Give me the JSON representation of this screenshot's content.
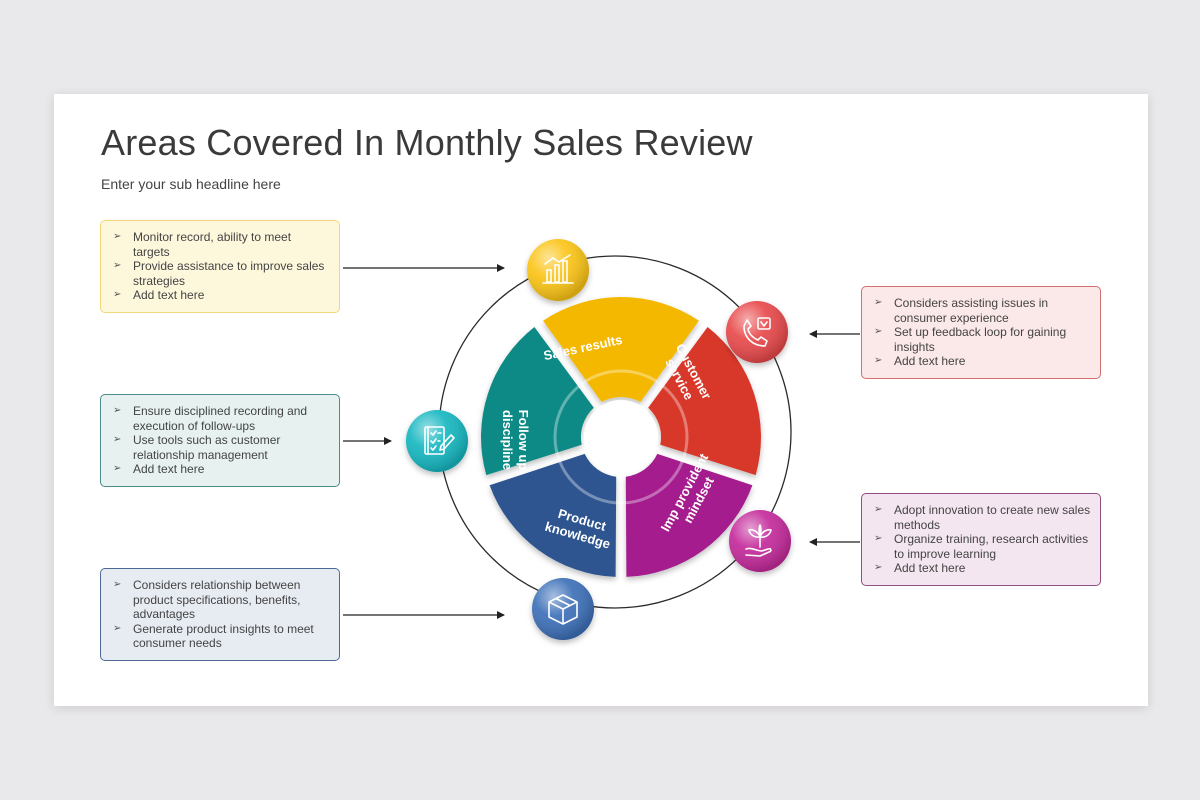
{
  "title": "Areas Covered In Monthly Sales Review",
  "subtitle": "Enter your sub headline here",
  "colors": {
    "sales_results": "#f5b800",
    "customer_service": "#d8392c",
    "imp_provident_mindset": "#a51c8f",
    "product_knowledge": "#2d5590",
    "follow_up_discipline": "#0f8a86",
    "icon_teal": "#16b7c1",
    "icon_blue": "#3d6fb8",
    "icon_pink": "#c42a9b",
    "icon_red": "#e8484c",
    "icon_yellow": "#fbc419"
  },
  "segments": [
    {
      "label_lines": [
        "Sales  results"
      ]
    },
    {
      "label_lines": [
        "Customer",
        "service"
      ]
    },
    {
      "label_lines": [
        "Imp provident",
        "mindset"
      ]
    },
    {
      "label_lines": [
        "Product",
        "knowledge"
      ]
    },
    {
      "label_lines": [
        "Follow up",
        "discipline"
      ]
    }
  ],
  "icons": {
    "sales_results": "bar-chart-icon",
    "customer_service": "phone-support-icon",
    "imp_provident_mindset": "plant-hand-icon",
    "product_knowledge": "box-icon",
    "follow_up_discipline": "checklist-icon"
  },
  "boxes": {
    "top_left": {
      "items": [
        "Monitor record, ability to meet targets",
        "Provide assistance to improve sales strategies",
        "Add text here"
      ]
    },
    "middle_left": {
      "items": [
        "Ensure disciplined recording and execution of follow-ups",
        "Use tools such as customer relationship management",
        "Add text here"
      ]
    },
    "bottom_left": {
      "items": [
        "Considers relationship between product specifications, benefits, advantages",
        "Generate product insights to meet consumer needs"
      ]
    },
    "top_right": {
      "items": [
        "Considers assisting issues in consumer experience",
        "Set up feedback loop for gaining insights",
        "Add text here"
      ]
    },
    "bottom_right": {
      "items": [
        "Adopt innovation to create new sales methods",
        "Organize training, research activities to improve learning",
        "Add text here"
      ]
    }
  }
}
